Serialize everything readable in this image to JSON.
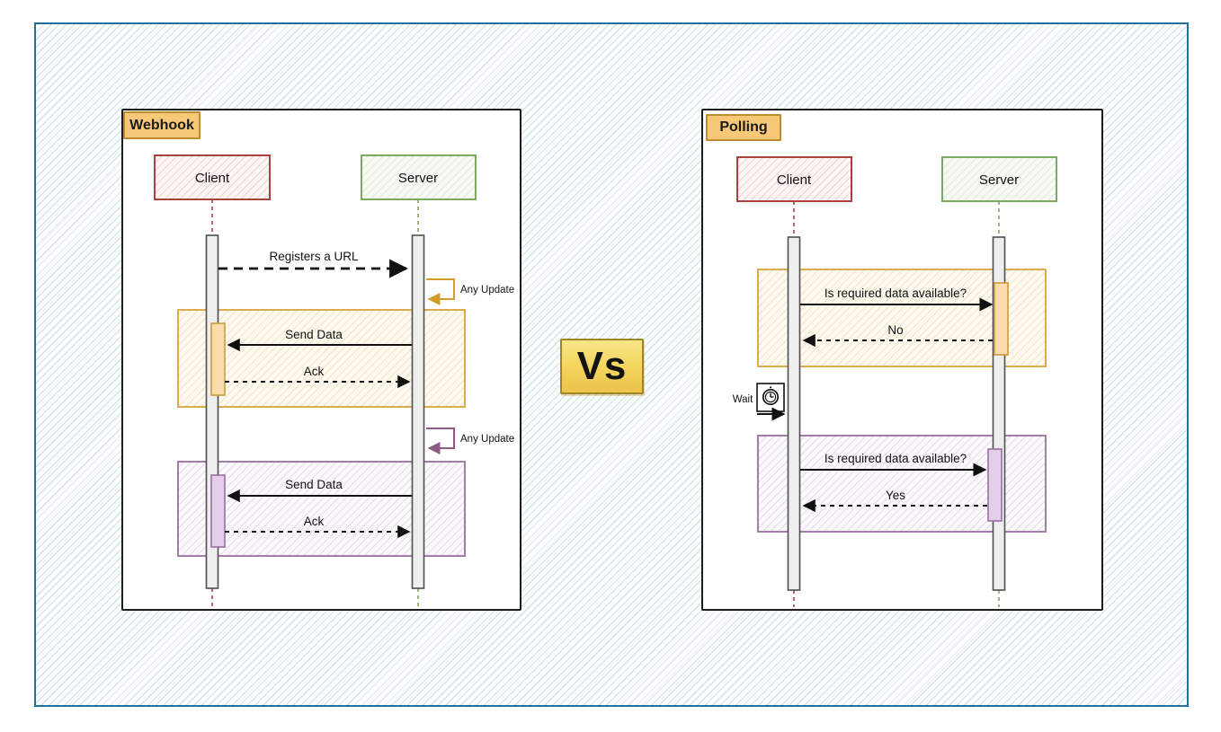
{
  "vs": {
    "label": "Vs"
  },
  "webhook": {
    "title": "Webhook",
    "client": "Client",
    "server": "Server",
    "msg_register": "Registers a URL",
    "msg_any_update_1": "Any Update",
    "msg_send_data_1": "Send Data",
    "msg_ack_1": "Ack",
    "msg_any_update_2": "Any Update",
    "msg_send_data_2": "Send Data",
    "msg_ack_2": "Ack"
  },
  "polling": {
    "title": "Polling",
    "client": "Client",
    "server": "Server",
    "msg_question_1": "Is required data available?",
    "msg_no": "No",
    "wait_label": "Wait",
    "msg_question_2": "Is required data available?",
    "msg_yes": "Yes"
  },
  "colors": {
    "frame_border": "#20719a",
    "hatch_blue": "#a7c7d8",
    "title_label_fill": "#f6c878",
    "title_label_border": "#c08a2e",
    "vs_fill": "#f3d45c",
    "client_border": "#a8423a",
    "server_border": "#7bab5e",
    "accent_orange": "#d9a43c",
    "accent_purple": "#9b6fa3",
    "activation_gray": "#eeeeee",
    "arrow_black": "#111111"
  }
}
